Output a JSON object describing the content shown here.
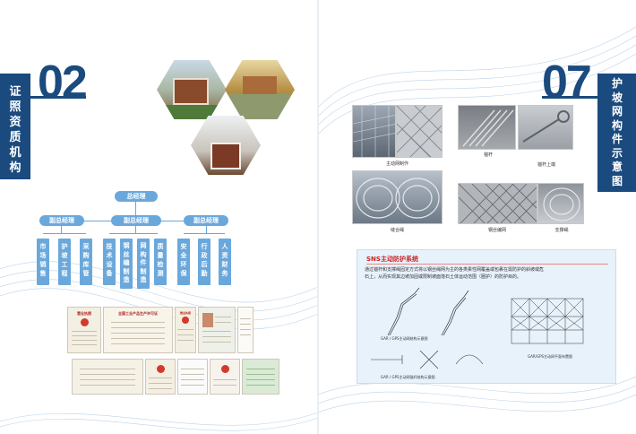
{
  "left_page": {
    "header": "",
    "header_sub": "",
    "chapter": {
      "number": "02",
      "title_chars": [
        "证",
        "照",
        "资",
        "质",
        "机",
        "构"
      ]
    },
    "org_chart": {
      "top": "总经理",
      "deputies": [
        {
          "label": "副总经理",
          "depts": [
            [
              "市",
              "场",
              "销",
              "售"
            ],
            [
              "护",
              "坡",
              "工",
              "程"
            ],
            [
              "采",
              "购",
              "库",
              "管"
            ]
          ]
        },
        {
          "label": "副总经理",
          "depts": [
            [
              "技",
              "术",
              "设",
              "备"
            ],
            [
              "钢",
              "丝",
              "编",
              "制",
              "造"
            ],
            [
              "网",
              "构",
              "件",
              "制",
              "造"
            ],
            [
              "质",
              "量",
              "检",
              "测"
            ]
          ]
        },
        {
          "label": "副总经理",
          "depts": [
            [
              "安",
              "全",
              "环",
              "保"
            ],
            [
              "行",
              "政",
              "后",
              "勤"
            ],
            [
              "人",
              "资",
              "财",
              "务"
            ]
          ]
        }
      ]
    },
    "certificates": [
      {
        "title": "营业执照",
        "type": "license"
      },
      {
        "title": "全国工业产品生产许可证",
        "type": "permit"
      },
      {
        "title": "营业执照",
        "type": "license"
      },
      {
        "title": "",
        "type": "photo-cert"
      },
      {
        "title": "",
        "type": "plain"
      },
      {
        "title": "",
        "type": "plain"
      },
      {
        "title": "",
        "type": "license"
      },
      {
        "title": "",
        "type": "permit"
      },
      {
        "title": "",
        "type": "plain"
      },
      {
        "title": "",
        "type": "plain"
      },
      {
        "title": "",
        "type": "green"
      }
    ]
  },
  "right_page": {
    "header": "",
    "chapter": {
      "number": "07",
      "title_chars": [
        "护",
        "坡",
        "网",
        "构",
        "件",
        "示",
        "意",
        "图"
      ]
    },
    "products": [
      {
        "caption": "主动网制作"
      },
      {
        "caption": "锚杆"
      },
      {
        "caption": "锚杆上端"
      },
      {
        "caption": "缝合绳"
      },
      {
        "caption": "钢丝编网"
      },
      {
        "caption": "支撑绳"
      }
    ],
    "sns": {
      "title": "SNS主动防护系统",
      "line1": "通过锚杆和支撑绳固定方式将以钢丝绳网为主的各类柔性网覆盖或包裹在需防护的斜坡或危",
      "line2": "石上，从而实现其边坡加固或限制坡面落石土体运动范围（圈护）的防护目的。",
      "captions": [
        "GAR / GPS主动网结构示意图",
        "GAR/GPS主动网平面布置图",
        "GAR / GPS主动网锚杆结构示意图"
      ]
    }
  },
  "colors": {
    "brand": "#1a4a7e",
    "org_node": "#6aa8dc",
    "sns_title": "#cc2222"
  }
}
